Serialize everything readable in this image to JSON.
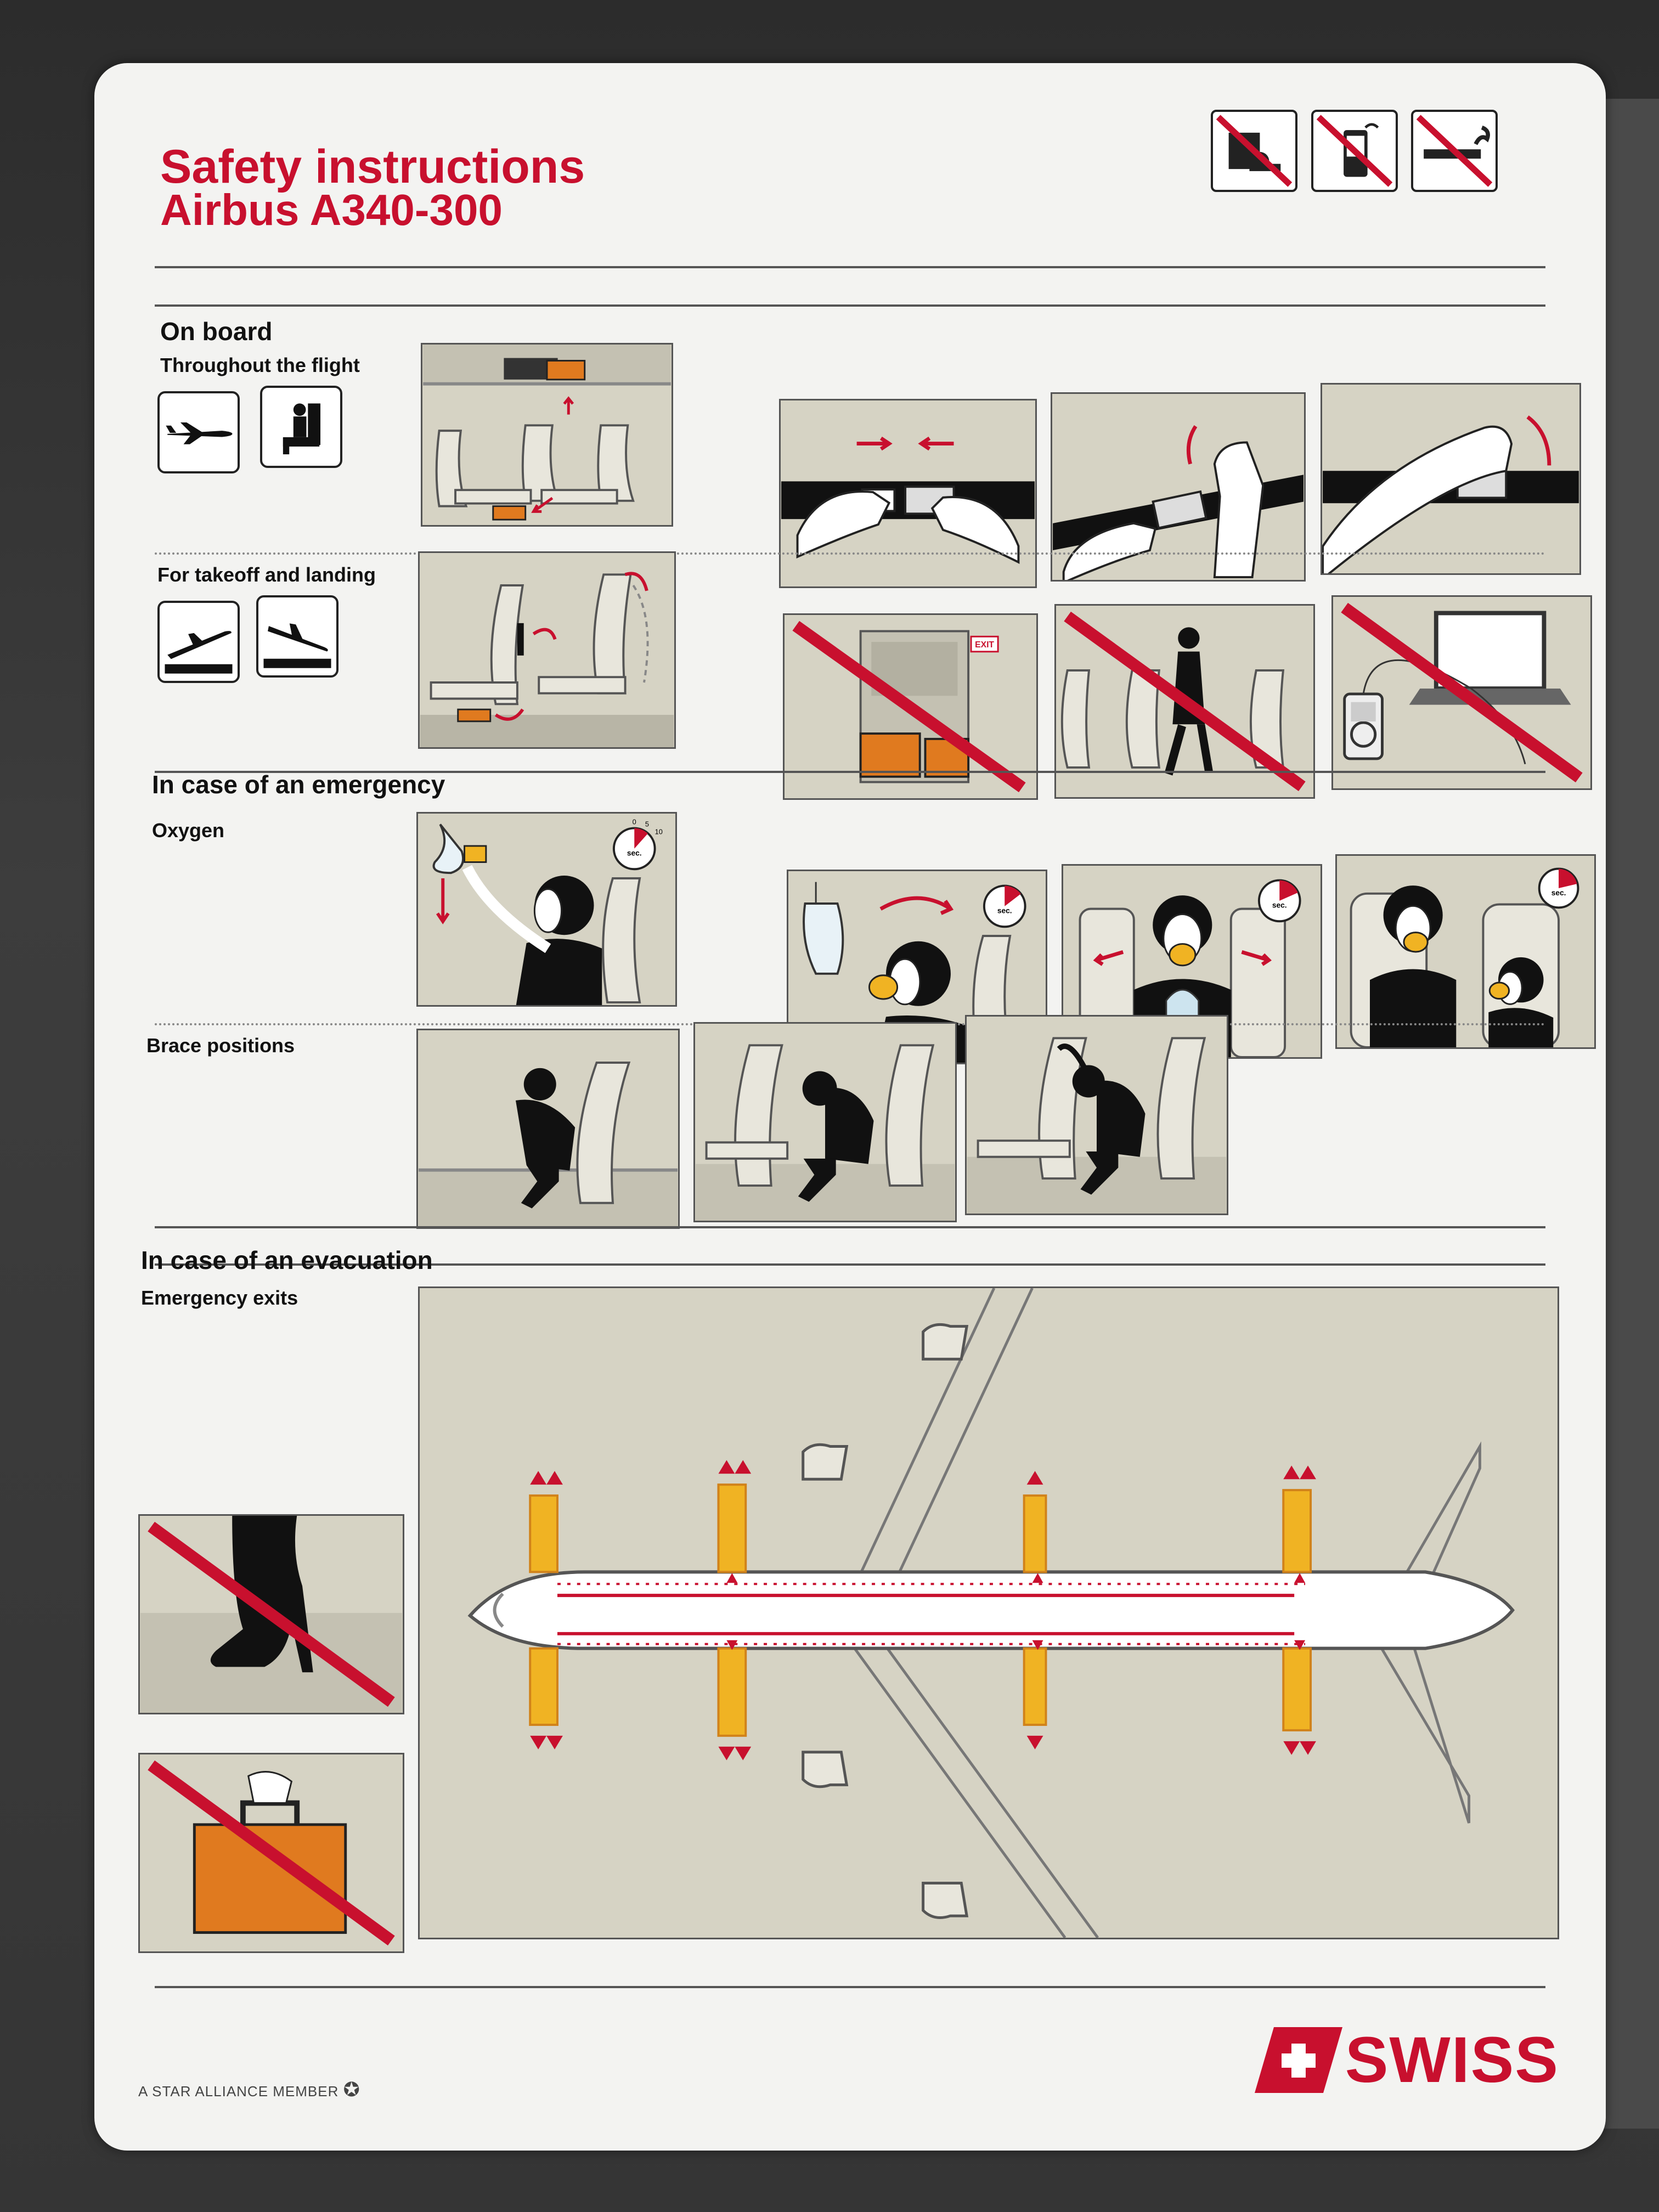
{
  "card": {
    "title": "Safety instructions",
    "subtitle": "Airbus A340-300"
  },
  "sections": {
    "on_board": {
      "heading": "On board",
      "throughout": "Throughout the flight",
      "takeoff": "For takeoff and landing"
    },
    "emergency": {
      "heading": "In case of an emergency",
      "oxygen": "Oxygen",
      "brace": "Brace positions",
      "timer_values": [
        "0",
        "5",
        "10",
        "sec."
      ]
    },
    "evacuation": {
      "heading": "In case of an evacuation",
      "exits": "Emergency exits"
    }
  },
  "panel_text": {
    "exit_sign": "EXIT"
  },
  "footer": {
    "alliance": "A STAR ALLIANCE MEMBER",
    "brand": "SWISS"
  },
  "colors": {
    "brand_red": "#c8102e",
    "panel_bg": "#d6d3c4",
    "luggage_orange": "#e07a1f",
    "slide_yellow": "#f0b323"
  },
  "icons": [
    "no-lap-child-icon",
    "no-mobile-phone-icon",
    "no-smoking-icon",
    "plane-cruise-icon",
    "seated-passenger-icon",
    "plane-takeoff-icon",
    "plane-landing-icon",
    "star-alliance-icon",
    "swiss-cross-icon"
  ]
}
